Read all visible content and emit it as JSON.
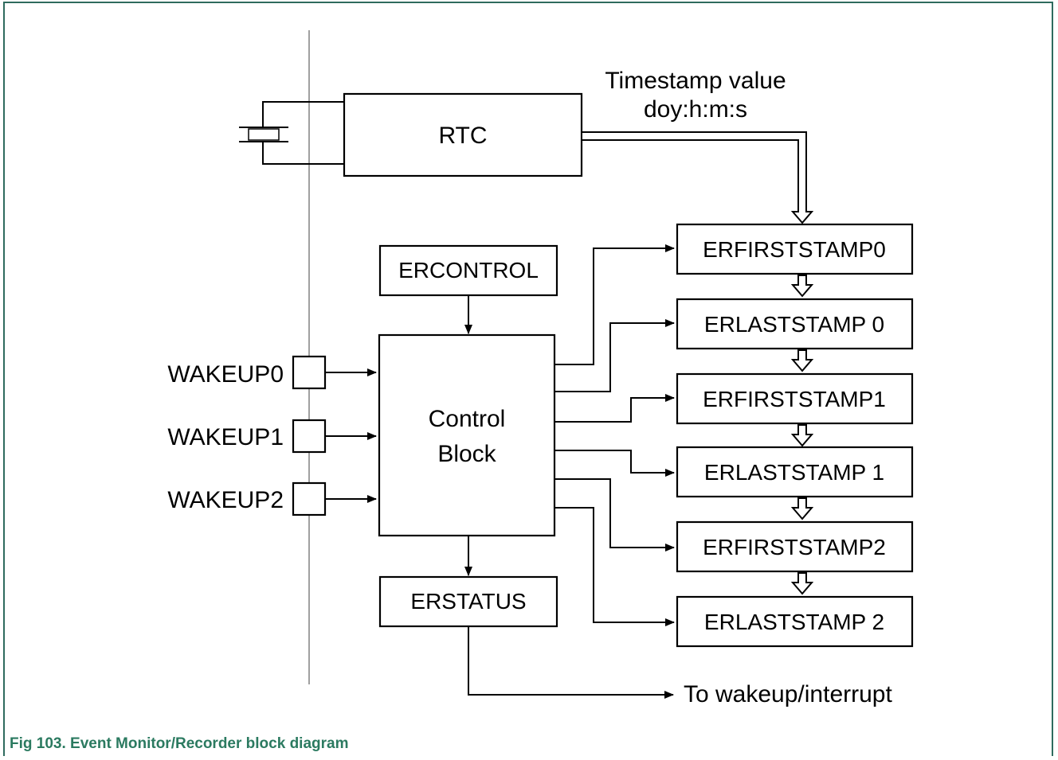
{
  "caption": "Fig 103. Event Monitor/Recorder block diagram",
  "colors": {
    "caption": "#2b7a60",
    "frame": "#2f6b5e",
    "boundary_line": "#a0a0a0"
  },
  "blocks": {
    "rtc": "RTC",
    "ercontrol": "ERCONTROL",
    "control_block": [
      "Control",
      "Block"
    ],
    "erstatus": "ERSTATUS"
  },
  "registers": [
    "ERFIRSTSTAMP0",
    "ERLASTSTAMP 0",
    "ERFIRSTSTAMP1",
    "ERLASTSTAMP 1",
    "ERFIRSTSTAMP2",
    "ERLASTSTAMP 2"
  ],
  "wakeup_pins": [
    "WAKEUP0",
    "WAKEUP1",
    "WAKEUP2"
  ],
  "timestamp_label": [
    "Timestamp value",
    "doy:h:m:s"
  ],
  "output_label": "To wakeup/interrupt",
  "icons": {
    "crystal": "crystal-oscillator-icon"
  }
}
